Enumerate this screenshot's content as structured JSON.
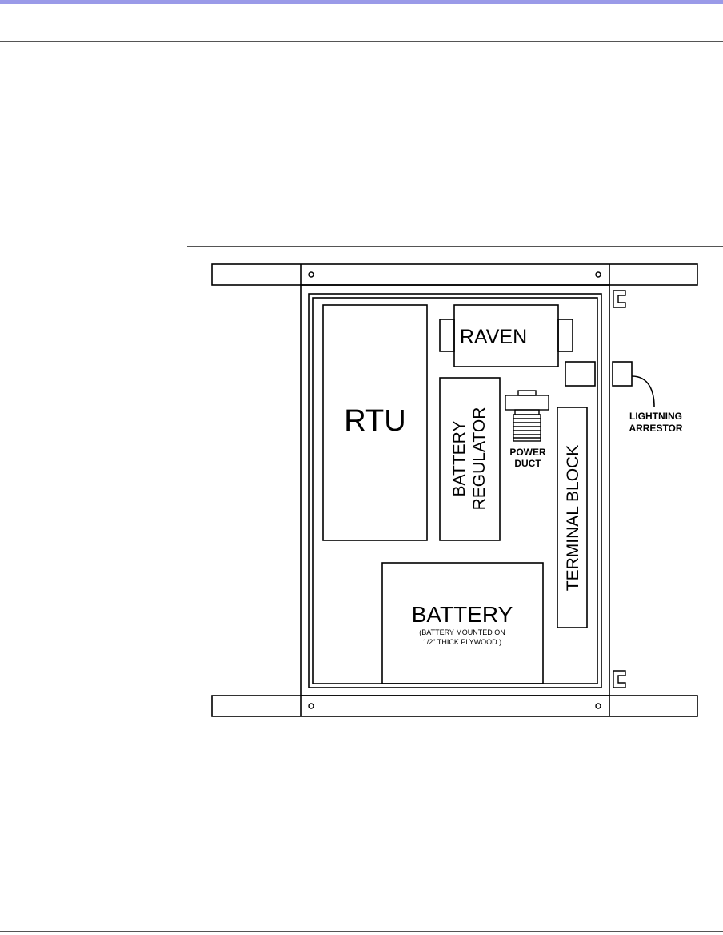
{
  "colors": {
    "top_bar": "#9a9ae8",
    "rule": "#555555",
    "line": "#000000",
    "background": "#ffffff"
  },
  "diagram": {
    "components": {
      "raven": "RAVEN",
      "rtu": "RTU",
      "battery_regulator_line1": "BATTERY",
      "battery_regulator_line2": "REGULATOR",
      "power_duct_line1": "POWER",
      "power_duct_line2": "DUCT",
      "terminal_block": "TERMINAL BLOCK",
      "battery": "BATTERY",
      "battery_note_line1": "(BATTERY MOUNTED ON",
      "battery_note_line2": "1/2\" THICK PLYWOOD.)",
      "lightning_arrestor_line1": "LIGHTNING",
      "lightning_arrestor_line2": "ARRESTOR"
    }
  }
}
